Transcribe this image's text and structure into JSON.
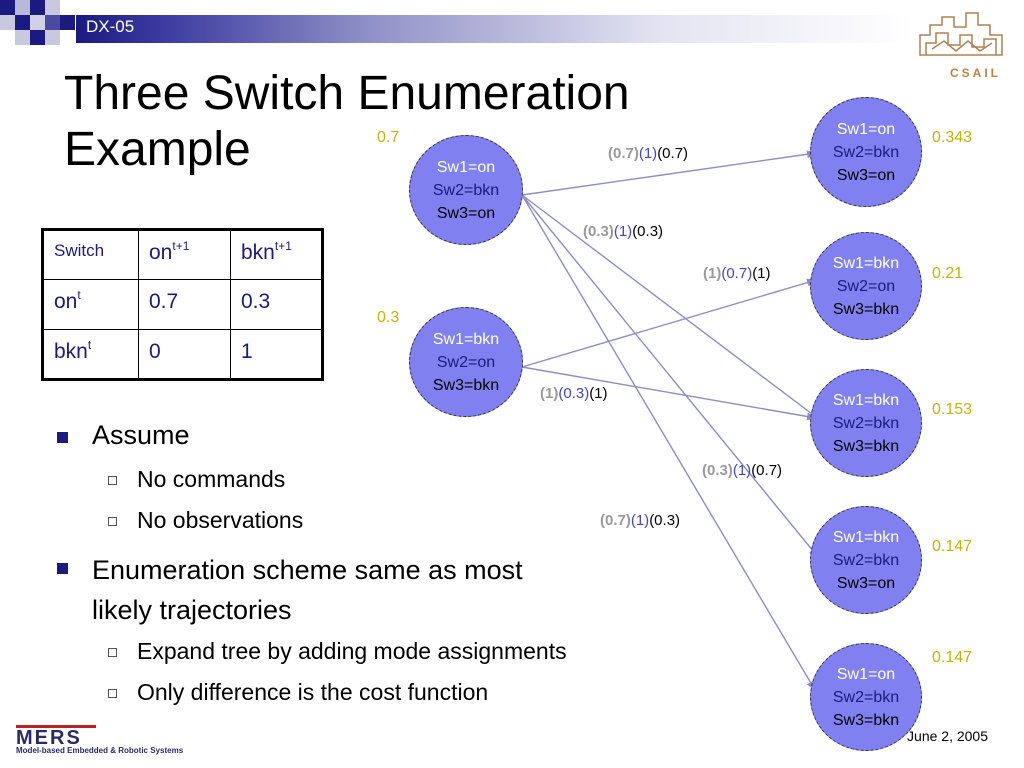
{
  "header": {
    "label": "DX-05"
  },
  "title": {
    "line1": "Three Switch Enumeration",
    "line2": "Example"
  },
  "table": {
    "header": {
      "switch": "Switch",
      "on": "on",
      "on_sup": "t+1",
      "bkn": "bkn",
      "bkn_sup": "t+1"
    },
    "rows": [
      {
        "label": "on",
        "sup": "t",
        "on": "0.7",
        "bkn": "0.3"
      },
      {
        "label": "bkn",
        "sup": "t",
        "on": "0",
        "bkn": "1"
      }
    ]
  },
  "bullets": [
    {
      "text": "Assume",
      "sub": [
        "No commands",
        "No observations"
      ]
    },
    {
      "text_line1": "Enumeration scheme same as most",
      "text_line2": "likely trajectories",
      "sub": [
        "Expand tree by adding mode assignments",
        "Only difference is the cost function"
      ]
    }
  ],
  "left_nodes": [
    {
      "prob": "0.7",
      "lines": [
        "Sw1=on",
        "Sw2=bkn",
        "Sw3=on"
      ]
    },
    {
      "prob": "0.3",
      "lines": [
        "Sw1=bkn",
        "Sw2=on",
        "Sw3=bkn"
      ]
    }
  ],
  "right_nodes": [
    {
      "prob": "0.343",
      "lines": [
        "Sw1=on",
        "Sw2=bkn",
        "Sw3=on"
      ]
    },
    {
      "prob": "0.21",
      "lines": [
        "Sw1=bkn",
        "Sw2=on",
        "Sw3=bkn"
      ]
    },
    {
      "prob": "0.153",
      "lines": [
        "Sw1=bkn",
        "Sw2=bkn",
        "Sw3=bkn"
      ]
    },
    {
      "prob": "0.147",
      "lines": [
        "Sw1=bkn",
        "Sw2=bkn",
        "Sw3=on"
      ]
    },
    {
      "prob": "0.147",
      "lines": [
        "Sw1=on",
        "Sw2=bkn",
        "Sw3=bkn"
      ]
    }
  ],
  "edge_labels": [
    {
      "a": "(0.7)",
      "b": "(1)",
      "c": "(0.7)"
    },
    {
      "a": "(0.3)",
      "b": "(1)",
      "c": "(0.3)"
    },
    {
      "a": "(1)",
      "b": "(0.7)",
      "c": "(1)"
    },
    {
      "a": "(1)",
      "b": "(0.3)",
      "c": "(1)"
    },
    {
      "a": "(0.3)",
      "b": "(1)",
      "c": "(0.7)"
    },
    {
      "a": "(0.7)",
      "b": "(1)",
      "c": "(0.3)"
    }
  ],
  "footer": {
    "date": "June 2, 2005",
    "logo_mers": "MERS",
    "logo_mers_caption": "Model-based Embedded & Robotic Systems",
    "logo_csail": "CSAIL"
  },
  "colors": {
    "node_fill": "#8080f0",
    "prob_text": "#c8b400",
    "edge": "#8c8cc8",
    "header_dark": "#1a1a80"
  }
}
